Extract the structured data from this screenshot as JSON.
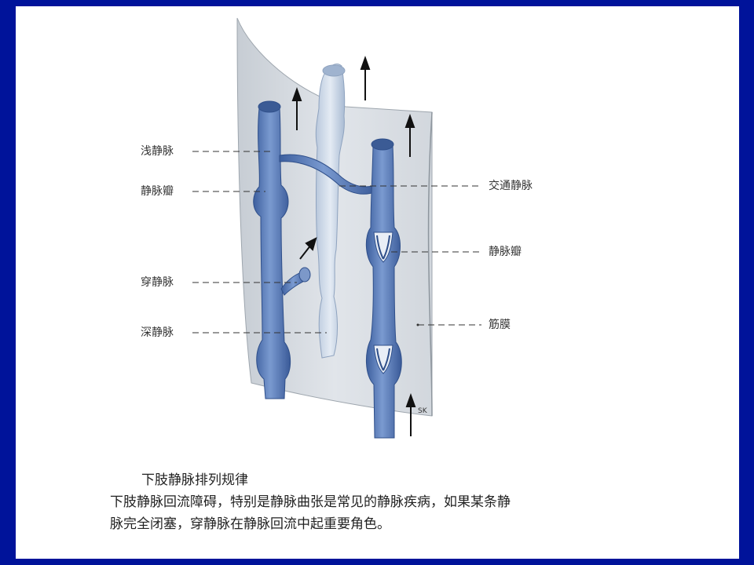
{
  "labels": {
    "superficial_vein": "浅静脉",
    "valve_left": "静脉瓣",
    "perforating_vein": "穿静脉",
    "deep_vein": "深静脉",
    "communicating_vein": "交通静脉",
    "valve_right": "静脉瓣",
    "fascia": "筋膜"
  },
  "artist_mark": "SK",
  "caption": {
    "title": "下肢静脉排列规律",
    "line1": "下肢静脉回流障碍，特别是静脉曲张是常见的静脉疾病，如果某条静",
    "line2": "脉完全闭塞，穿静脉在静脉回流中起重要角色。"
  },
  "colors": {
    "background_border": "#00139a",
    "vein_blue": "#5b7fbf",
    "fascia_gray": "#d9dde1"
  }
}
